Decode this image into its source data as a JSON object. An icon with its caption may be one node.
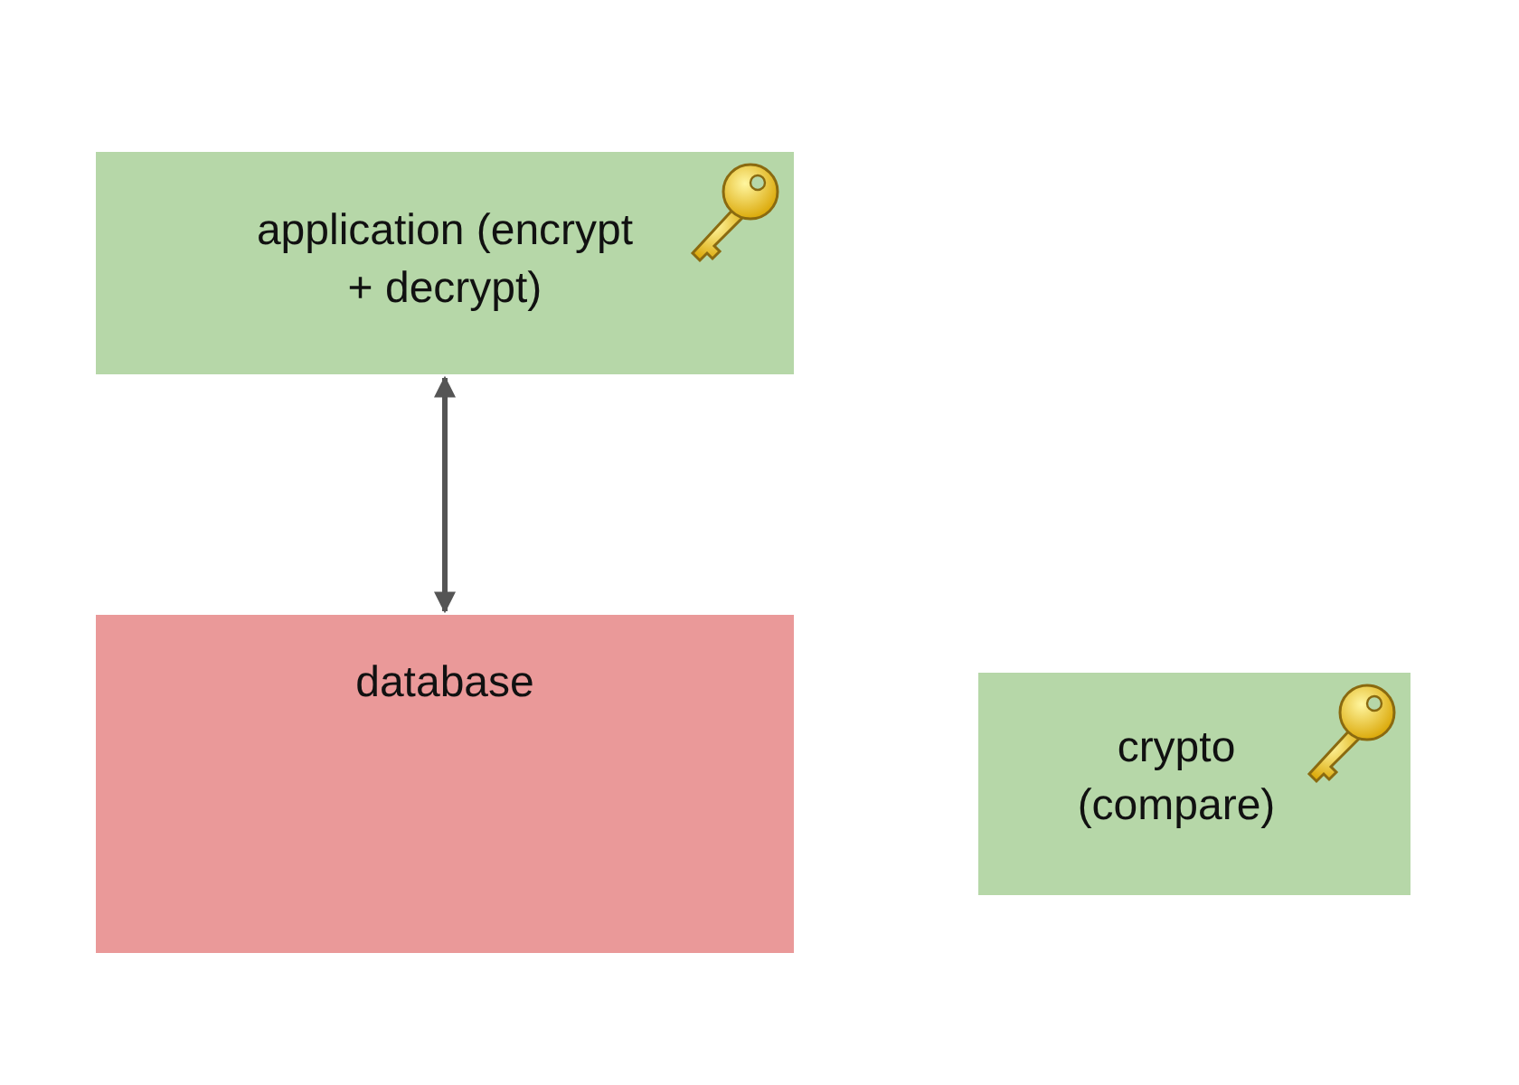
{
  "diagram": {
    "nodes": [
      {
        "text": [
          "application (encrypt + decrypt)"
        ]
      },
      {
        "text": [
          "database"
        ]
      },
      {
        "text": [
          "crypto (compare)"
        ]
      }
    ],
    "edges": [
      {
        "from": 0,
        "to": 1,
        "arrow": "both"
      }
    ]
  }
}
